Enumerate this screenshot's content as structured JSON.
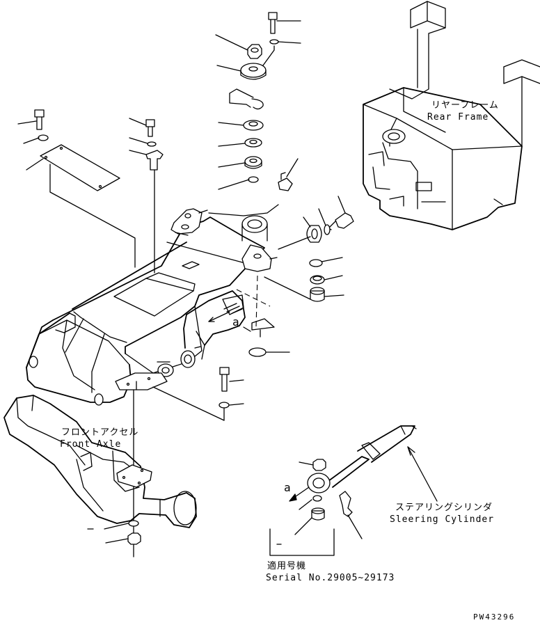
{
  "labels": {
    "rear_frame_jp": "リヤーフレーム",
    "rear_frame_en": "Rear Frame",
    "front_axle_jp": "フロントアクセル",
    "front_axle_en": "Front Axle",
    "steering_cyl_jp": "ステアリングシリンダ",
    "steering_cyl_en": "Sleering Cylinder",
    "serial_jp": "適用号機",
    "serial_en": "Serial No.29005~29173",
    "view_ref_1": "a",
    "view_ref_2": "a",
    "drawing_no": "PW43296"
  }
}
